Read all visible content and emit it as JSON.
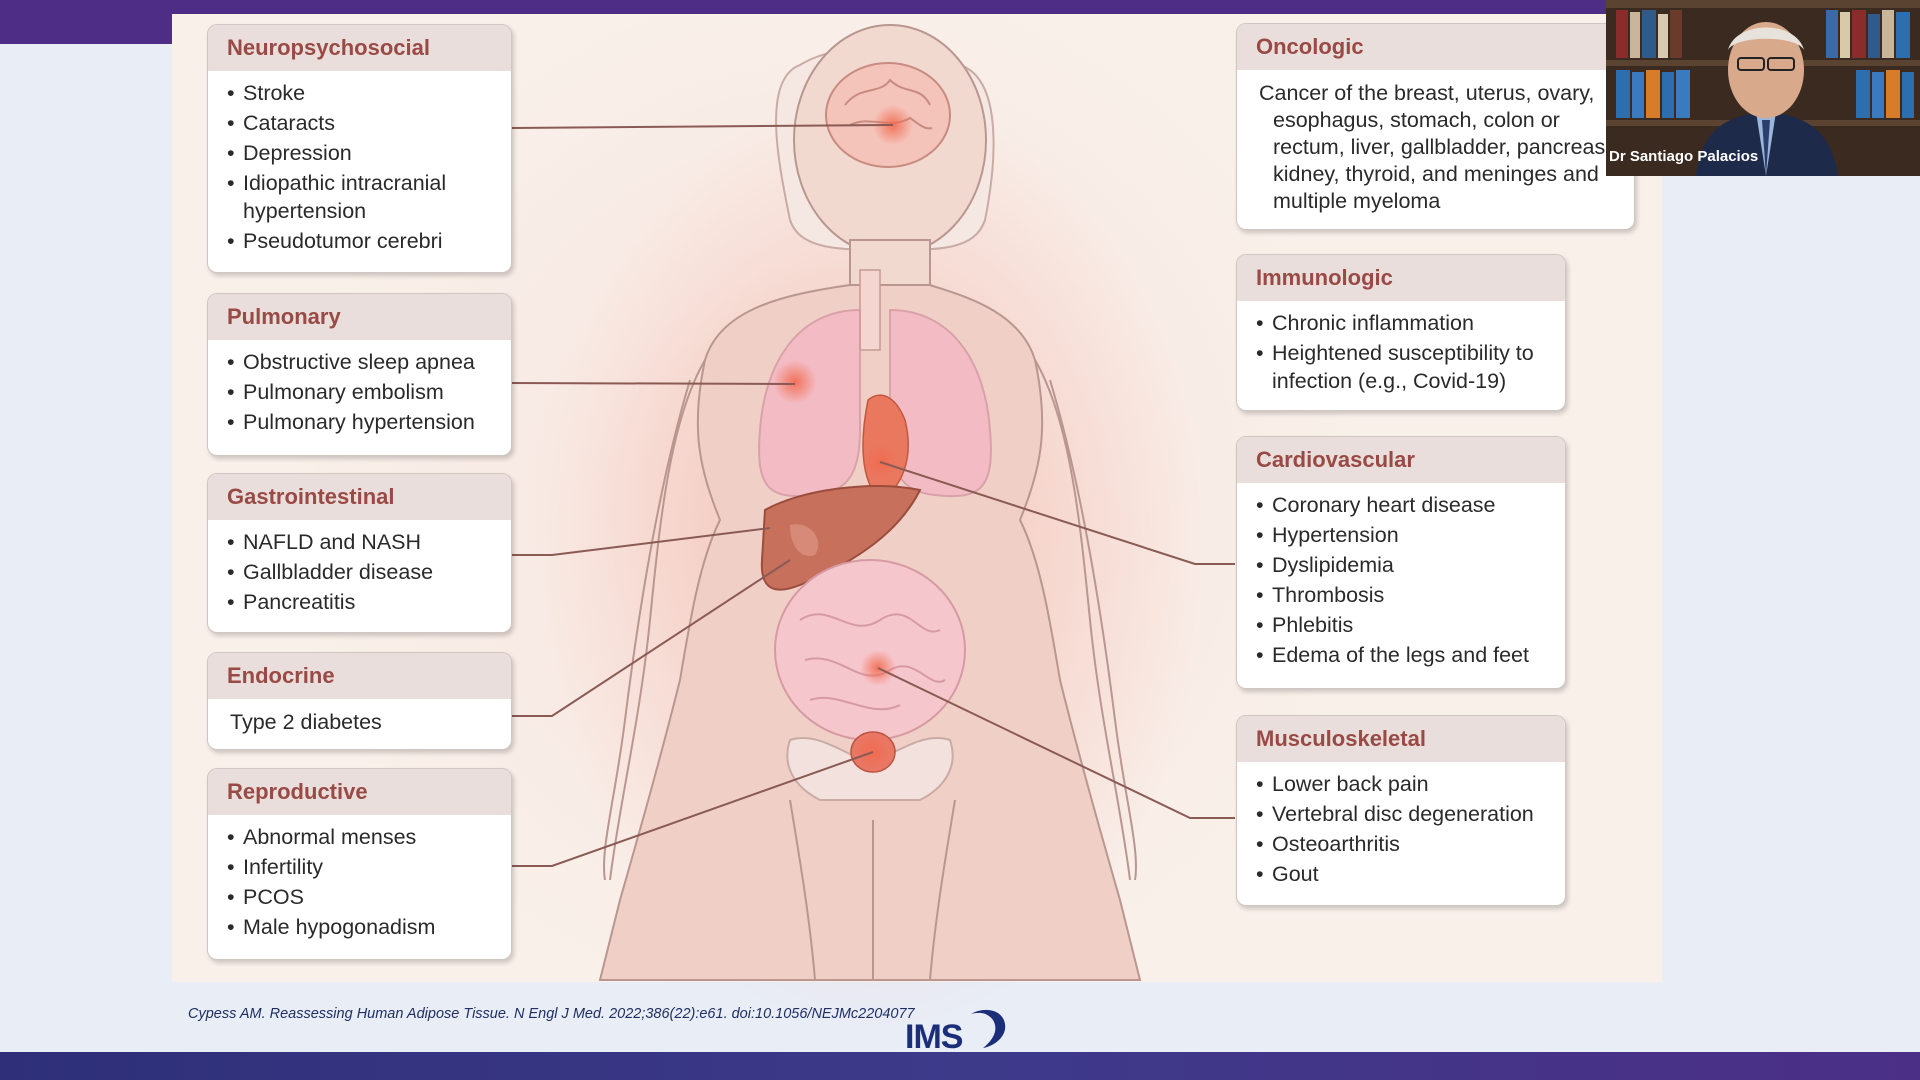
{
  "cards": {
    "neuro": {
      "title": "Neuropsychosocial",
      "items": [
        "Stroke",
        "Cataracts",
        "Depression",
        "Idiopathic intracranial hypertension",
        "Pseudotumor cerebri"
      ]
    },
    "pulmonary": {
      "title": "Pulmonary",
      "items": [
        "Obstructive sleep apnea",
        "Pulmonary embolism",
        "Pulmonary hypertension"
      ]
    },
    "gastro": {
      "title": "Gastrointestinal",
      "items": [
        "NAFLD and NASH",
        "Gallbladder disease",
        "Pancreatitis"
      ]
    },
    "endocrine": {
      "title": "Endocrine",
      "text": "Type 2 diabetes"
    },
    "reproductive": {
      "title": "Reproductive",
      "items": [
        "Abnormal menses",
        "Infertility",
        "PCOS",
        "Male hypogonadism"
      ]
    },
    "oncologic": {
      "title": "Oncologic",
      "text": "Cancer of the breast, uterus, ovary, esophagus, stomach, colon or rectum, liver, gallbladder, pancreas, kidney, thyroid, and meninges and multiple myeloma"
    },
    "immunologic": {
      "title": "Immunologic",
      "items": [
        "Chronic inflammation",
        "Heightened susceptibility to infection (e.g., Covid-19)"
      ]
    },
    "cardio": {
      "title": "Cardiovascular",
      "items": [
        "Coronary heart disease",
        "Hypertension",
        "Dyslipidemia",
        "Thrombosis",
        "Phlebitis",
        "Edema of the legs and feet"
      ]
    },
    "musculo": {
      "title": "Musculoskeletal",
      "items": [
        "Lower back pain",
        "Vertebral disc degeneration",
        "Osteoarthritis",
        "Gout"
      ]
    }
  },
  "citation": "Cypess AM. Reassessing Human Adipose Tissue. N Engl J Med. 2022;386(22):e61. doi:10.1056/NEJMc2204077",
  "logo_text": "IMS",
  "webcam": {
    "speaker_name": "Dr Santiago Palacios"
  },
  "colors": {
    "header_text": "#9a4a45",
    "header_bg": "#e9dedb",
    "bar": "#4d2d86",
    "line": "#8a5a55"
  }
}
